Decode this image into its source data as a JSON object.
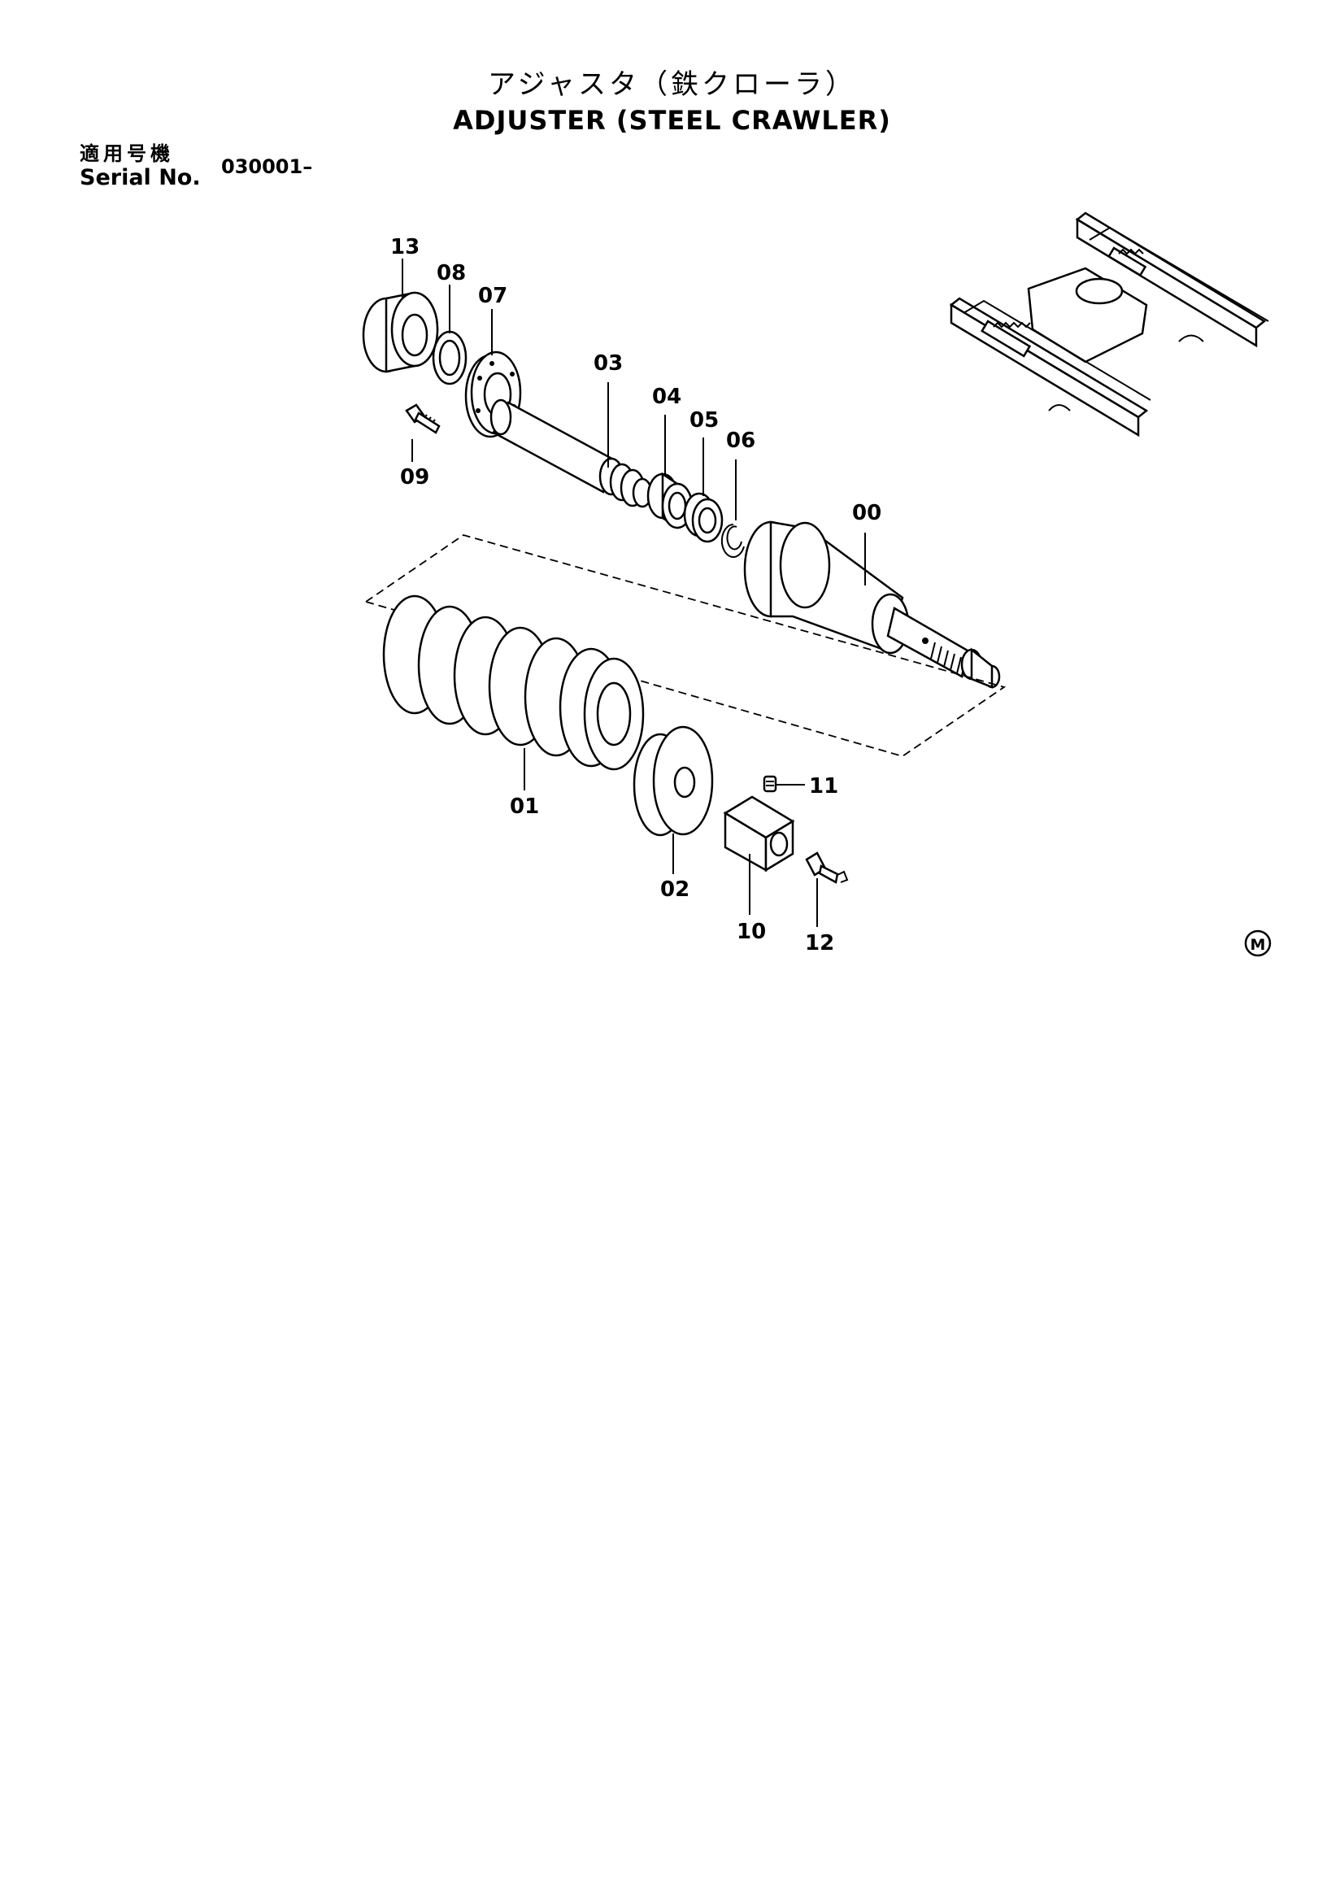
{
  "header": {
    "title_jp": "アジャスタ（鉄クローラ）",
    "title_en": "ADJUSTER (STEEL CRAWLER)"
  },
  "serial": {
    "label_jp": "適用号機",
    "label_en": "Serial No.",
    "value": "030001–"
  },
  "diagram": {
    "callouts": [
      "13",
      "08",
      "07",
      "03",
      "04",
      "05",
      "06",
      "00",
      "09",
      "01",
      "02",
      "10",
      "11",
      "12"
    ],
    "marker": "M"
  }
}
